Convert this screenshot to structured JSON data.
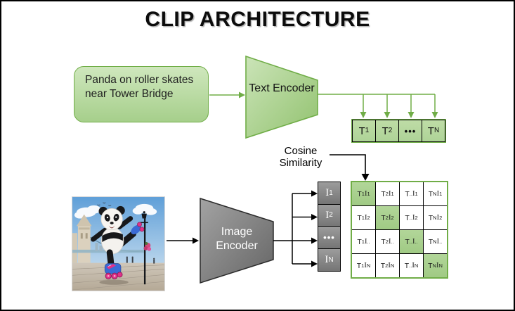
{
  "header": {
    "title": "CLIP ARCHITECTURE"
  },
  "colors": {
    "accent_green": "#70ad47",
    "box_green_light": "#c6e0b4",
    "highlight_green": "#a9d08e",
    "encoder_gray": "#808080",
    "line_black": "#000000",
    "background": "#ffffff"
  },
  "text_branch": {
    "prompt": "Panda on roller skates near Tower Bridge",
    "encoder_label": "Text Encoder",
    "tokens": [
      {
        "main": "T",
        "sub": "1"
      },
      {
        "main": "T",
        "sub": "2"
      },
      {
        "main": "•••",
        "sub": ""
      },
      {
        "main": "T",
        "sub": "N"
      }
    ]
  },
  "image_branch": {
    "encoder_label": "Image Encoder",
    "embeddings": [
      {
        "main": "I",
        "sub": "1"
      },
      {
        "main": "I",
        "sub": "2"
      },
      {
        "main": "•••",
        "sub": ""
      },
      {
        "main": "I",
        "sub": "N"
      }
    ]
  },
  "similarity": {
    "label": "Cosine Similarity",
    "matrix": {
      "t_letter": "T",
      "i_letter": "I",
      "col_subs": [
        "1",
        "2",
        "..",
        "N"
      ],
      "row_subs": [
        "1",
        "2",
        "..",
        "N"
      ]
    }
  }
}
